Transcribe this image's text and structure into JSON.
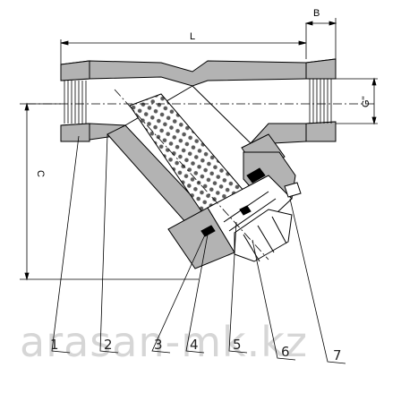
{
  "dimensions": {
    "length": "L",
    "body_end": "B",
    "thread": "G''",
    "height": "C"
  },
  "part_numbers": [
    "1",
    "2",
    "3",
    "4",
    "5",
    "6",
    "7"
  ],
  "watermark": "arasan-mk.kz",
  "colors": {
    "line": "#000000",
    "section_fill": "#b3b3b3",
    "mesh_dot": "#5a5a5a",
    "watermark": "#c9c9c9"
  }
}
